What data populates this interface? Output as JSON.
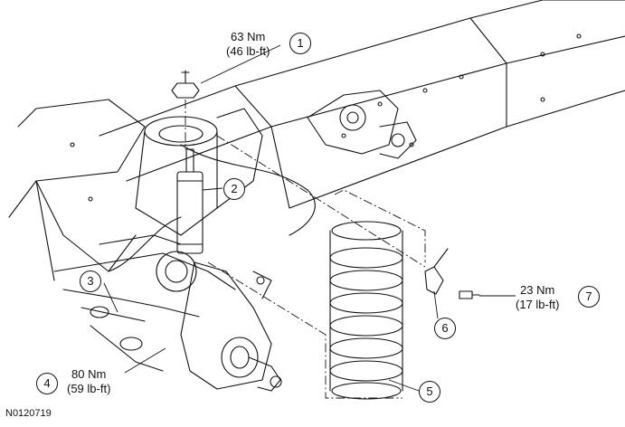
{
  "figure_id": "N0120719",
  "callouts": [
    {
      "number": "1",
      "torque_nm": "63 Nm",
      "torque_lbft": "(46 lb-ft)"
    },
    {
      "number": "2"
    },
    {
      "number": "3"
    },
    {
      "number": "4",
      "torque_nm": "80 Nm",
      "torque_lbft": "(59 lb-ft)"
    },
    {
      "number": "5"
    },
    {
      "number": "6"
    },
    {
      "number": "7",
      "torque_nm": "23 Nm",
      "torque_lbft": "(17 lb-ft)"
    }
  ],
  "colors": {
    "line": "#111111",
    "background": "#ffffff"
  }
}
